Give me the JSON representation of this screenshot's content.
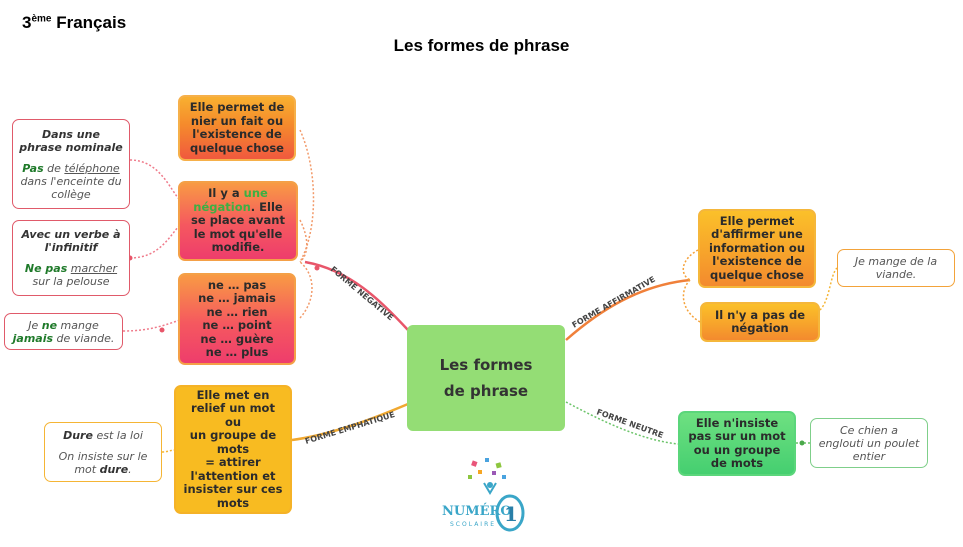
{
  "header": {
    "class_prefix": "3",
    "class_sup": "ème",
    "class_subject": "Français",
    "title": "Les formes de phrase"
  },
  "center": {
    "line1": "Les formes",
    "line2": "de phrase"
  },
  "branches": {
    "negative": "FORME NÉGATIVE",
    "affirmative": "FORME AFFIRMATIVE",
    "emphatique": "FORME EMPHATIQUE",
    "neutre": "FORME NEUTRE"
  },
  "negative": {
    "box1": [
      "Elle permet de",
      "nier un fait ou",
      "l'existence de",
      "quelque chose"
    ],
    "box2": {
      "part1": "Il y a ",
      "highlight1": "une",
      "highlight2": "négation",
      "part2": ". Elle",
      "rest": [
        "se place avant",
        "le mot qu'elle",
        "modifie."
      ]
    },
    "box3": [
      "ne … pas",
      "ne … jamais",
      "ne … rien",
      "ne … point",
      "ne … guère",
      "ne … plus"
    ],
    "note1": {
      "title": "Dans une phrase nominale",
      "word_pas": "Pas",
      "de": " de ",
      "telephone": "téléphone",
      "rest": "dans l'enceinte du collège"
    },
    "note2": {
      "title": "Avec un verbe à l'infinitif",
      "ne_pas": "Ne pas",
      "marcher": "marcher",
      "rest": "sur la pelouse"
    },
    "note3": {
      "je": "Je ",
      "ne": "ne",
      "mange": " mange",
      "jamais": "jamais",
      "rest": " de viande."
    }
  },
  "affirmative": {
    "box1": [
      "Elle permet",
      "d'affirmer une",
      "information ou",
      "l'existence de",
      "quelque chose"
    ],
    "box2": [
      "Il n'y a pas de",
      "négation"
    ],
    "note": [
      "Je mange de la",
      "viande."
    ]
  },
  "emphatique": {
    "box": [
      "Elle met en",
      "relief un mot ou",
      "un groupe de",
      "mots"
    ],
    "box_extra": [
      "= attirer",
      "l'attention et",
      "insister sur ces",
      "mots"
    ],
    "note": {
      "dure": "Dure",
      "est_la_loi": " est la loi",
      "line2": "On insiste sur le",
      "mot": "mot ",
      "dure2": "dure",
      "dot": "."
    }
  },
  "neutre": {
    "box": [
      "Elle n'insiste",
      "pas sur un mot",
      "ou un groupe",
      "de mots"
    ],
    "note": [
      "Ce chien a",
      "englouti un poulet",
      "entier"
    ]
  },
  "logo": {
    "word": "NUMÉRO",
    "digit": "1",
    "sub": "SCOLAIRE"
  }
}
